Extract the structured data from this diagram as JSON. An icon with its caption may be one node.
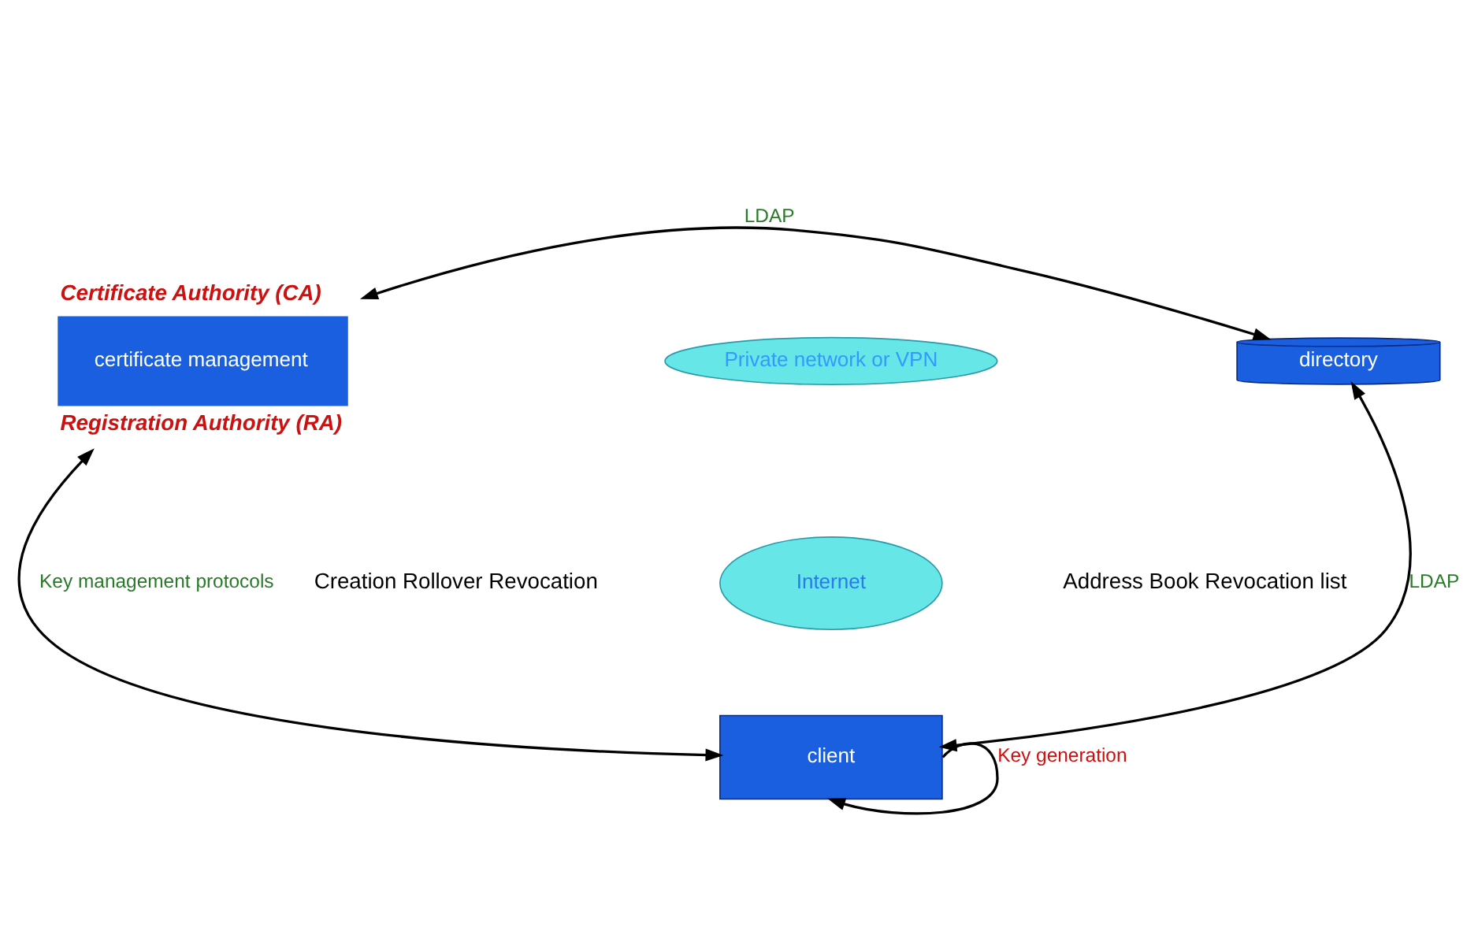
{
  "diagram": {
    "nodes": [
      {
        "text": [
          "certificate management"
        ],
        "beside": [
          "Certificate Authority (CA)",
          "Registration Authority (RA)"
        ]
      },
      {
        "text": [
          "directory"
        ]
      },
      {
        "text": [
          "client"
        ]
      },
      {
        "text": [
          "Private network or VPN"
        ]
      },
      {
        "text": [
          "Internet"
        ]
      }
    ],
    "edges": [
      {
        "from": 0,
        "to": 1,
        "arrow": "both",
        "label": "LDAP"
      },
      {
        "from": 0,
        "to": 2,
        "arrow": "both",
        "label": "Key management protocols"
      },
      {
        "from": 1,
        "to": 2,
        "arrow": "both",
        "label": "LDAP"
      },
      {
        "from": 2,
        "to": 2,
        "arrow": "to",
        "label": "Key generation"
      }
    ],
    "labels": [
      "Creation Rollover Revocation",
      "Address Book Revocation list"
    ]
  }
}
